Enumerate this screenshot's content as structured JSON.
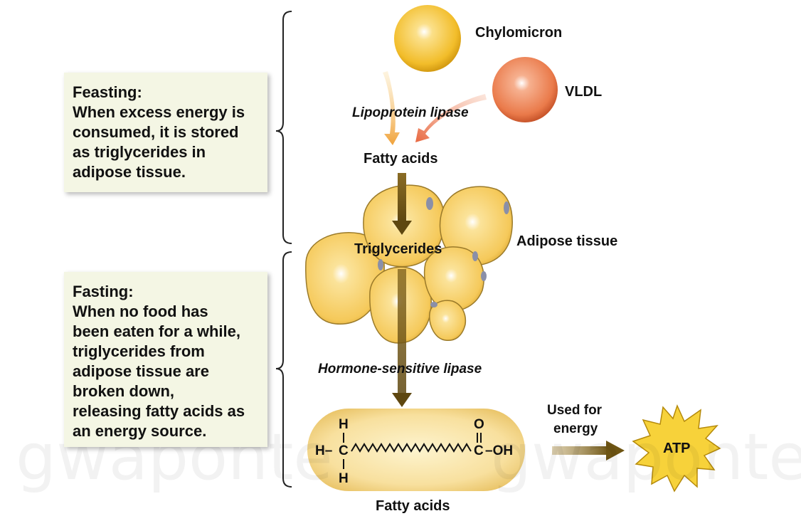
{
  "feasting": {
    "title": "Feasting:",
    "lines": [
      "When excess energy is",
      "consumed, it is stored",
      "as triglycerides in",
      "adipose tissue."
    ]
  },
  "fasting": {
    "title": "Fasting:",
    "lines": [
      "When no food has",
      "been eaten for a while,",
      "triglycerides from",
      "adipose tissue are",
      "broken down,",
      "releasing fatty acids as",
      "an energy source."
    ]
  },
  "labels": {
    "chylomicron": "Chylomicron",
    "vldl": "VLDL",
    "lipoprotein_lipase": "Lipoprotein lipase",
    "fatty_acids_top": "Fatty acids",
    "triglycerides": "Triglycerides",
    "adipose_tissue": "Adipose tissue",
    "hormone_sensitive_lipase": "Hormone-sensitive lipase",
    "fatty_acids_bottom": "Fatty acids",
    "used_for_energy_1": "Used for",
    "used_for_energy_2": "energy",
    "atp": "ATP"
  },
  "chem": {
    "h_top": "H",
    "h_left": "H–",
    "c_left": "C",
    "h_bottom": "H",
    "o_top": "O",
    "c_right": "C",
    "oh": "–OH"
  },
  "watermark": [
    "gwaponte",
    "gwaponte"
  ],
  "colors": {
    "chylomicron": "#f2bd2a",
    "vldl": "#ea7a4a",
    "adipose": "#f5cf62",
    "arrow_dark": "#6e5513",
    "arrow_orange": "#f0a23a",
    "arrow_red": "#e8673f",
    "atp": "#f7d23a",
    "box": "#f4f6e4"
  }
}
